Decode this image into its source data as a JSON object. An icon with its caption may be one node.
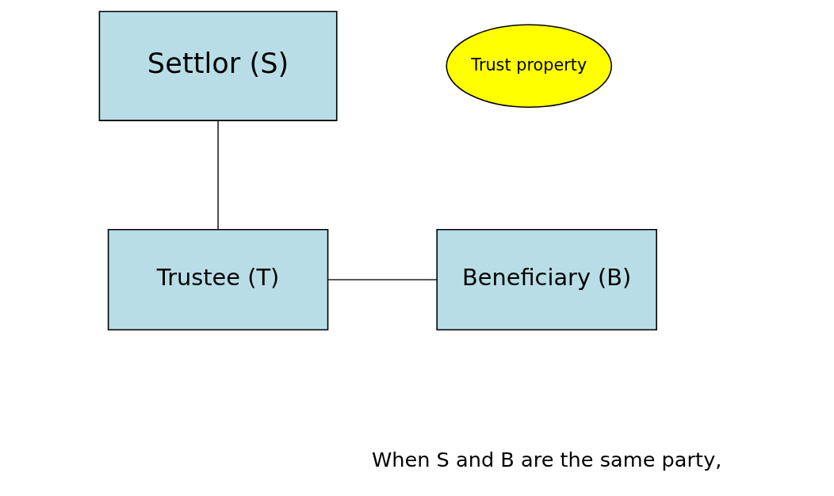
{
  "diagram": {
    "nodes": [
      {
        "text": [
          "Settlor (S)"
        ]
      },
      {
        "text": [
          "Trust property"
        ]
      },
      {
        "text": [
          "Beneficiary (B)"
        ]
      },
      {
        "text": [
          "Trustee (T)"
        ]
      }
    ],
    "edges": [
      {
        "from": 0,
        "to": 3,
        "arrow": "none"
      },
      {
        "from": 3,
        "to": 2,
        "arrow": "none"
      }
    ],
    "labels": [
      "When S and B are the same party,"
    ]
  }
}
